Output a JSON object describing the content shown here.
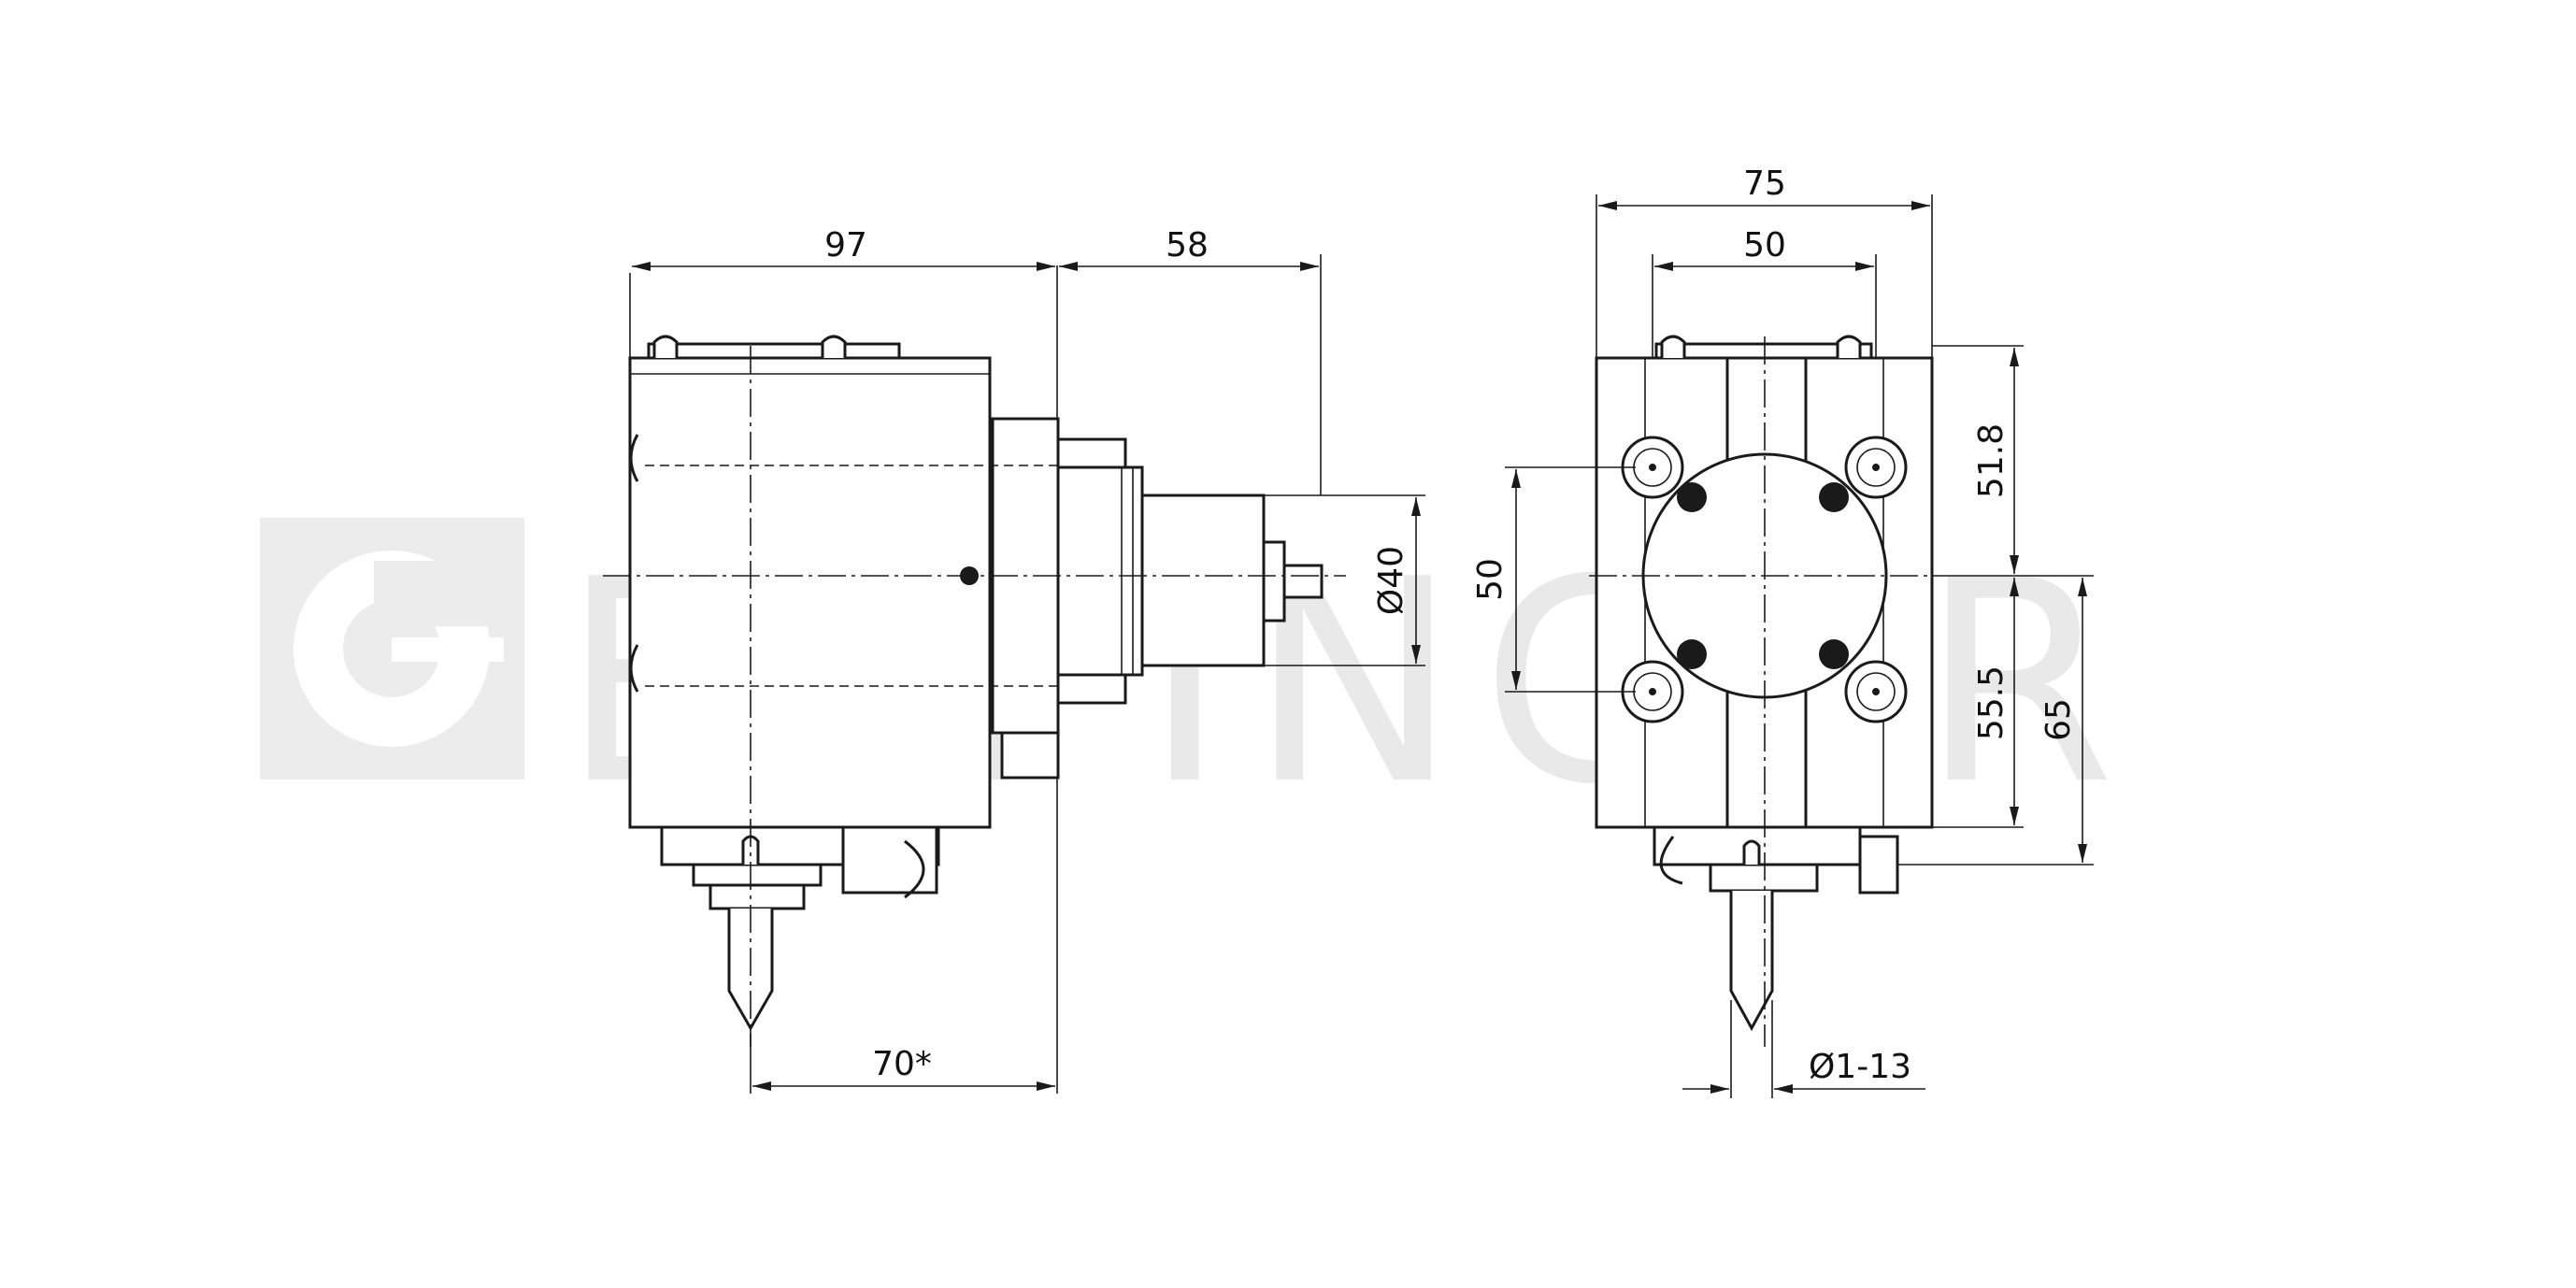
{
  "watermark": {
    "brand": "EPPINGER",
    "color": "#e9e9e9"
  },
  "side_view": {
    "dims": {
      "overall_length": "97",
      "spindle_projection": "58",
      "shank_diameter": "Ø40",
      "offset": "70*"
    }
  },
  "front_view": {
    "dims": {
      "overall_width": "75",
      "bolt_spacing_horizontal": "50",
      "bolt_spacing_vertical": "50",
      "upper_height": "51.8",
      "lower_height": "55.5",
      "center_height": "65",
      "collet_range": "Ø1-13"
    }
  },
  "icons": [
    "eppinger-logo-icon",
    "socket-head-screw-icon",
    "arrow-head-icon"
  ]
}
